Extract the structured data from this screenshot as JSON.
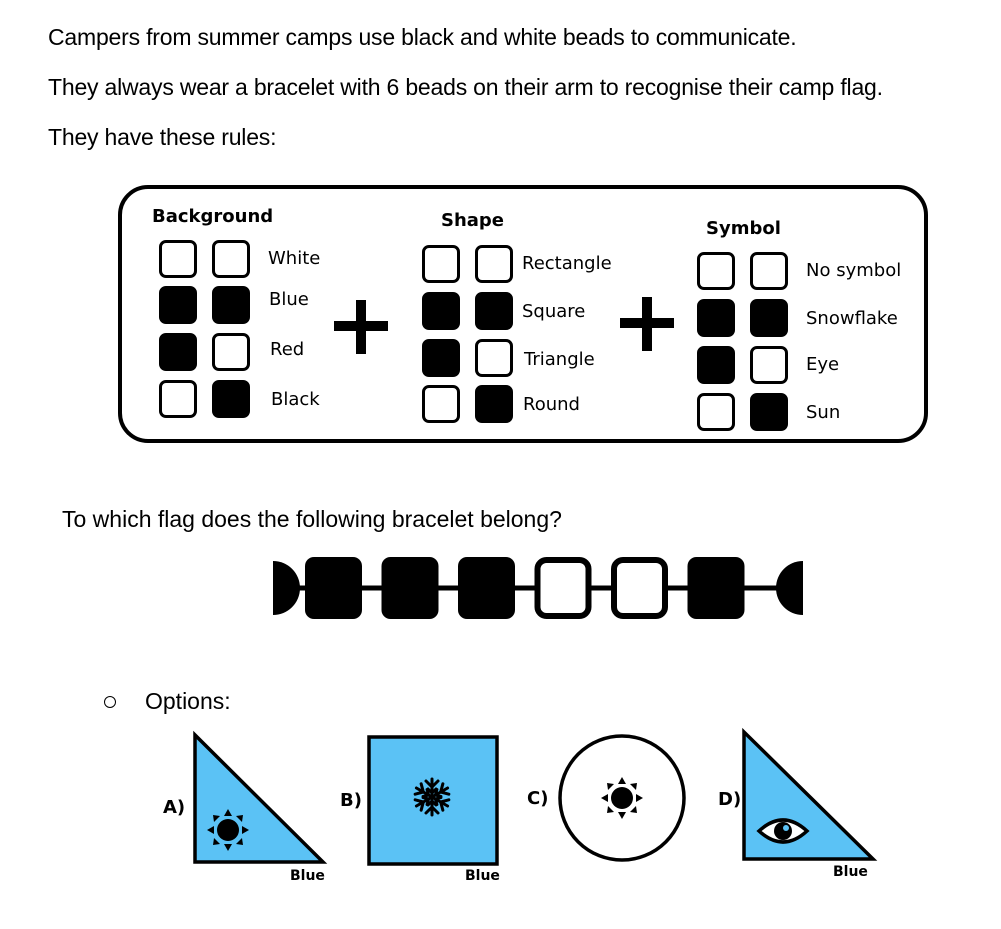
{
  "intro": {
    "line1": "Campers from summer camps use black and white beads to communicate.",
    "line2": "They always wear a bracelet with 6 beads on their arm to recognise their camp flag.",
    "line3": "They have these rules:"
  },
  "rules": {
    "background": {
      "title": "Background",
      "rows": [
        {
          "label": "White",
          "beads": [
            "white",
            "white"
          ]
        },
        {
          "label": "Blue",
          "beads": [
            "black",
            "black"
          ]
        },
        {
          "label": "Red",
          "beads": [
            "black",
            "white"
          ]
        },
        {
          "label": "Black",
          "beads": [
            "white",
            "black"
          ]
        }
      ]
    },
    "shape": {
      "title": "Shape",
      "rows": [
        {
          "label": "Rectangle",
          "beads": [
            "white",
            "white"
          ]
        },
        {
          "label": "Square",
          "beads": [
            "black",
            "black"
          ]
        },
        {
          "label": "Triangle",
          "beads": [
            "black",
            "white"
          ]
        },
        {
          "label": "Round",
          "beads": [
            "white",
            "black"
          ]
        }
      ]
    },
    "symbol": {
      "title": "Symbol",
      "rows": [
        {
          "label": "No symbol",
          "beads": [
            "white",
            "white"
          ]
        },
        {
          "label": "Snowflake",
          "beads": [
            "black",
            "black"
          ]
        },
        {
          "label": "Eye",
          "beads": [
            "black",
            "white"
          ]
        },
        {
          "label": "Sun",
          "beads": [
            "white",
            "black"
          ]
        }
      ]
    }
  },
  "question": "To which flag does the following bracelet belong?",
  "bracelet": {
    "beads": [
      "black",
      "black",
      "black",
      "white",
      "white",
      "black"
    ]
  },
  "options": {
    "label": "Options:",
    "colors": {
      "blue": "#5bc2f5",
      "outline": "#000000"
    },
    "items": [
      {
        "letter": "A)",
        "shape": "triangle",
        "symbol": "sun",
        "fill": "blue",
        "caption": "Blue"
      },
      {
        "letter": "B)",
        "shape": "square",
        "symbol": "snowflake",
        "fill": "blue",
        "caption": "Blue"
      },
      {
        "letter": "C)",
        "shape": "round",
        "symbol": "sun",
        "fill": "white",
        "caption": ""
      },
      {
        "letter": "D)",
        "shape": "triangle",
        "symbol": "eye",
        "fill": "blue",
        "caption": "Blue"
      }
    ]
  }
}
